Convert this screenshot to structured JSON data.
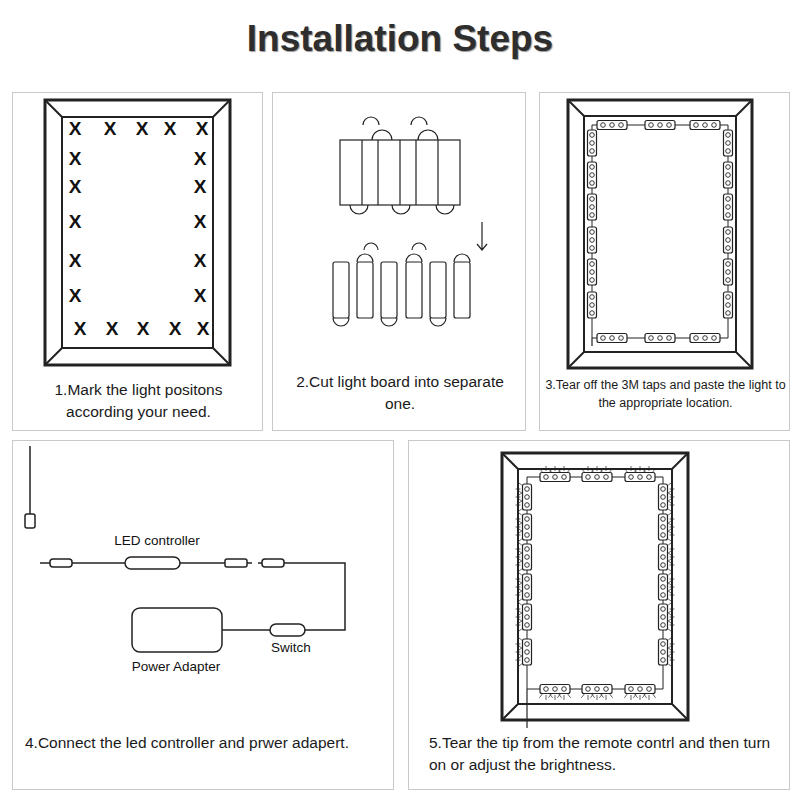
{
  "diagram": {
    "title": "Installation Steps",
    "nodes": [
      {
        "text": [
          "1.Mark the light positons according your need."
        ]
      },
      {
        "text": [
          "2.Cut light board into separate one."
        ]
      },
      {
        "text": [
          "3.Tear off the 3M taps and paste the light to the appropriate location."
        ]
      },
      {
        "text": [
          "4.Connect the led controller and prwer adapert."
        ]
      },
      {
        "text": [
          "5.Tear the tip from the remote contrl and then turn on or adjust the brightness."
        ]
      }
    ],
    "labels": [
      "X",
      "X",
      "X",
      "X",
      "X",
      "X",
      "X",
      "X",
      "X",
      "X",
      "X",
      "X",
      "X",
      "X",
      "X",
      "X",
      "X",
      "X",
      "X",
      "X",
      "LED controller",
      "Switch",
      "Power Adapter"
    ]
  }
}
